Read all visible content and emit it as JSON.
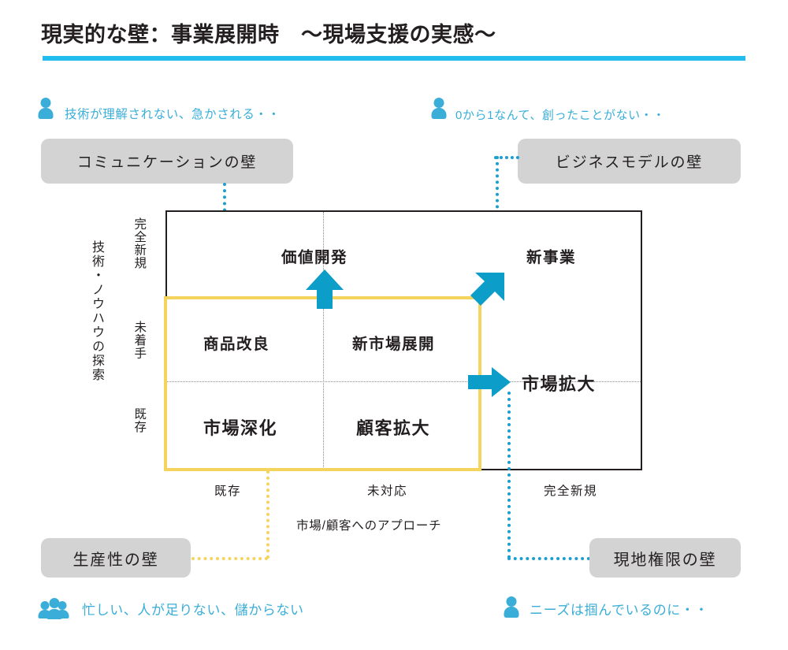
{
  "header": {
    "title": "現実的な壁：事業展開時　～現場支援の実感～",
    "rule_color": "#22bdef"
  },
  "colors": {
    "accent_blue": "#1b9fd0",
    "icon_blue": "#3aaed8",
    "rule_cyan": "#22bdef",
    "yellow": "#f5d45e",
    "box_grey": "#d3d3d3",
    "ink": "#231f20"
  },
  "walls": [
    {
      "id": "communication",
      "label": "コミュニケーションの壁",
      "caption": "技術が理解されない、急かされる・・",
      "icon": "person-icon"
    },
    {
      "id": "business-model",
      "label": "ビジネスモデルの壁",
      "caption": "0から1なんて、創ったことがない・・",
      "icon": "person-icon"
    },
    {
      "id": "productivity",
      "label": "生産性の壁",
      "caption": "忙しい、人が足りない、儲からない",
      "icon": "people-icon"
    },
    {
      "id": "local-authority",
      "label": "現地権限の壁",
      "caption": "ニーズは掴んでいるのに・・",
      "icon": "person-icon"
    }
  ],
  "matrix": {
    "y_axis_title": "技術・ノウハウの探索",
    "y_ticks": [
      "完全新規",
      "未着手",
      "既存"
    ],
    "x_axis_title": "市場/顧客へのアプローチ",
    "x_ticks": [
      "既存",
      "未対応",
      "完全新規"
    ],
    "cells": [
      {
        "id": "value-development",
        "label": "価値開発"
      },
      {
        "id": "new-business",
        "label": "新事業"
      },
      {
        "id": "product-improvement",
        "label": "商品改良"
      },
      {
        "id": "new-market-development",
        "label": "新市場展開"
      },
      {
        "id": "market-expansion",
        "label": "市場拡大"
      },
      {
        "id": "market-deepening",
        "label": "市場深化"
      },
      {
        "id": "customer-expansion",
        "label": "顧客拡大"
      }
    ]
  }
}
